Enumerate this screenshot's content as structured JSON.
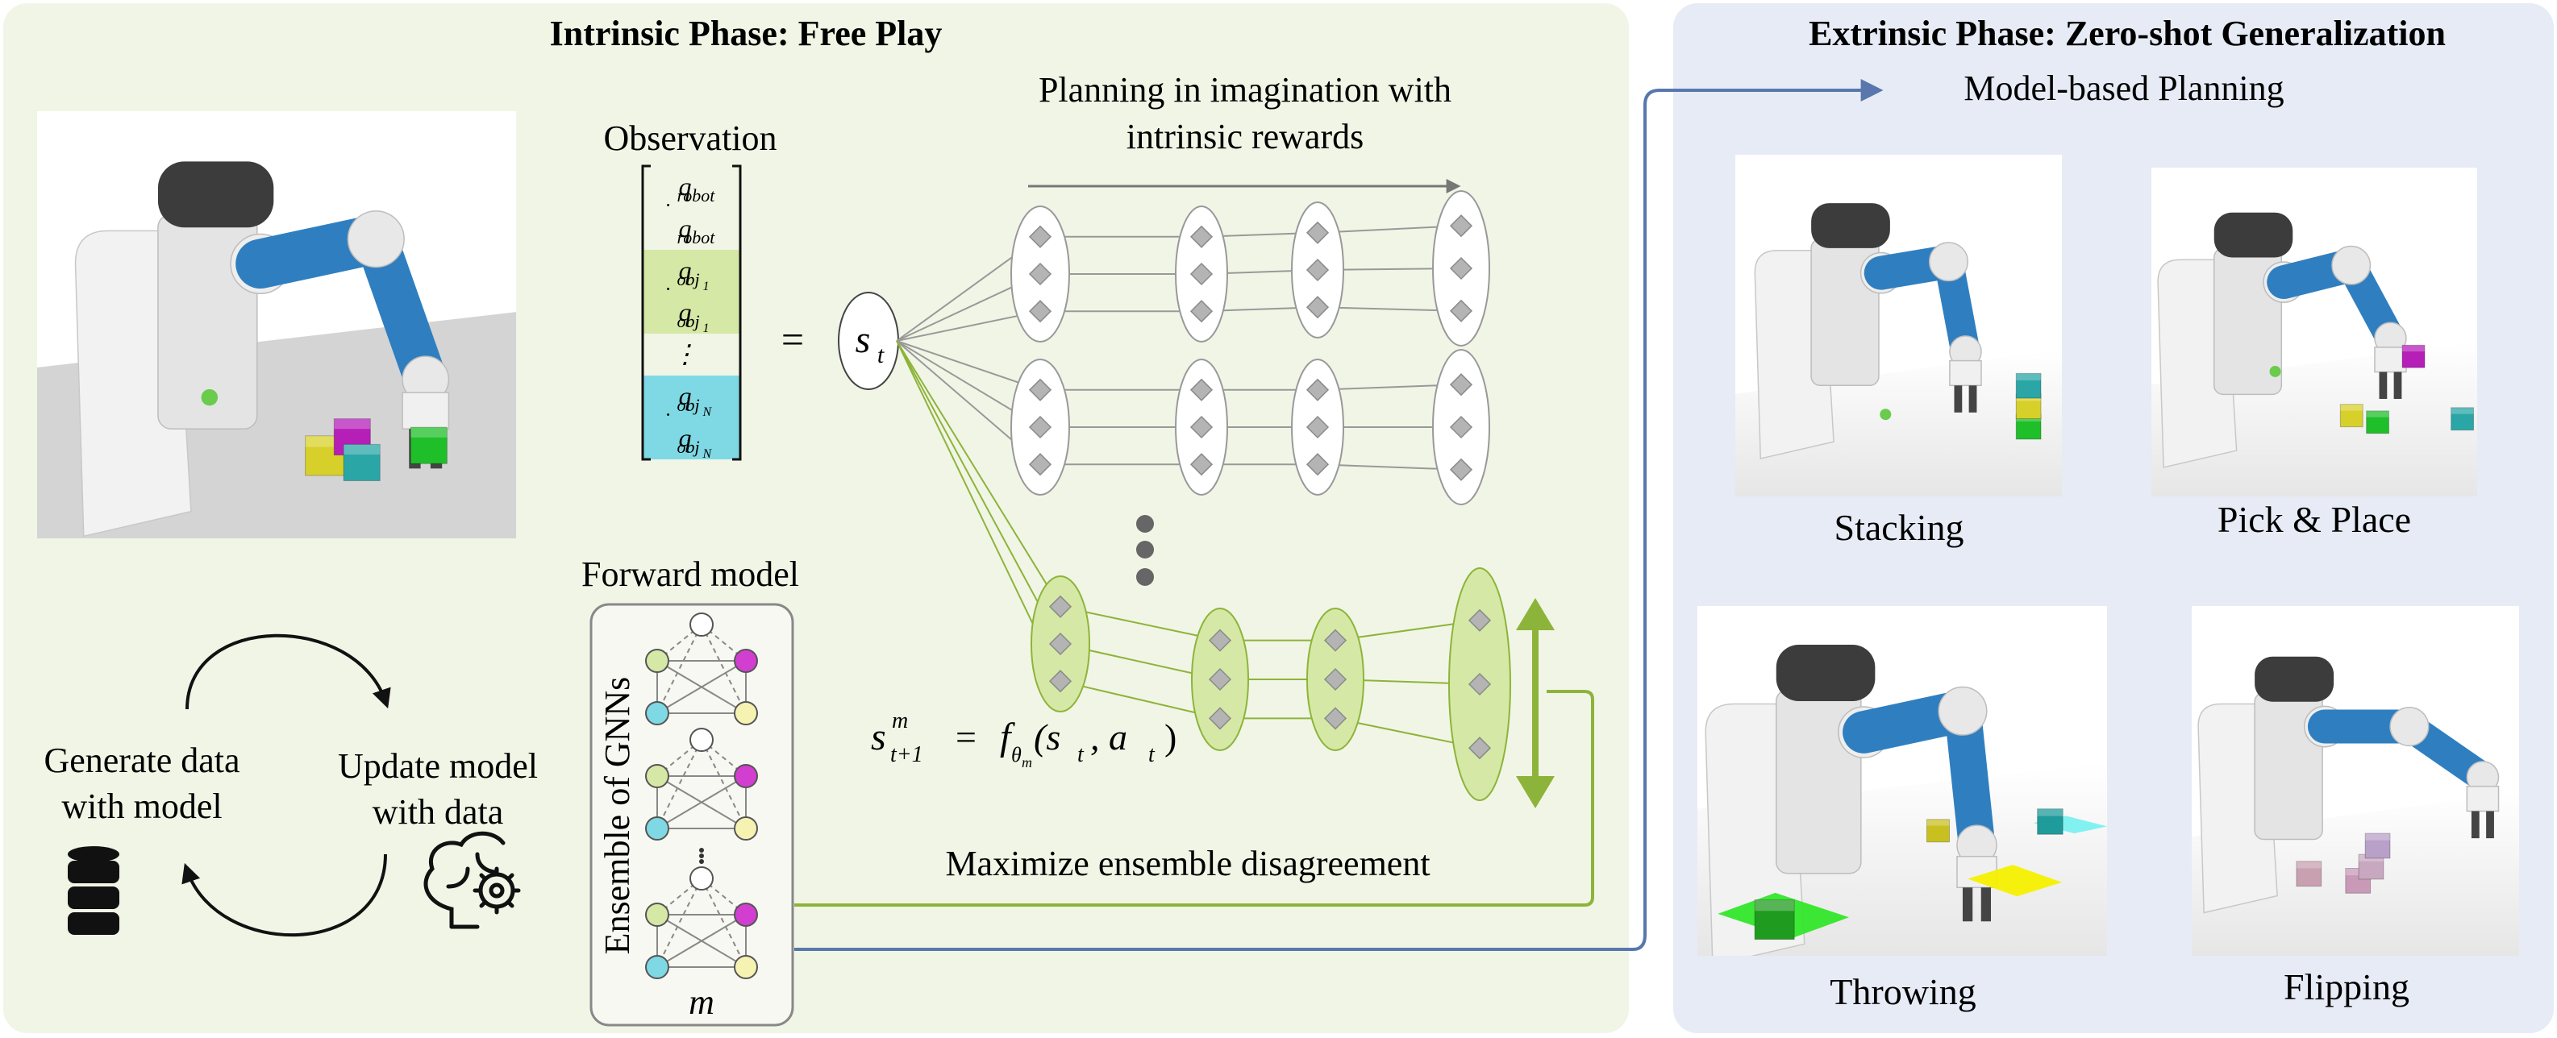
{
  "intrinsic": {
    "title": "Intrinsic Phase: Free Play",
    "observation_label": "Observation",
    "state_vector": [
      {
        "sym": "q",
        "sub": "robot",
        "dot": false,
        "hl": "none"
      },
      {
        "sym": "q",
        "sub": "robot",
        "dot": true,
        "hl": "none"
      },
      {
        "sym": "q",
        "sub": "obj",
        "sub2": "1",
        "dot": false,
        "hl": "green"
      },
      {
        "sym": "q",
        "sub": "obj",
        "sub2": "1",
        "dot": true,
        "hl": "green"
      },
      {
        "sym": "⋮",
        "sub": "",
        "dot": false,
        "hl": "none"
      },
      {
        "sym": "q",
        "sub": "obj",
        "sub2": "N",
        "dot": false,
        "hl": "cyan"
      },
      {
        "sym": "q",
        "sub": "obj",
        "sub2": "N",
        "dot": true,
        "hl": "cyan"
      }
    ],
    "equals": "=",
    "state_sym": "s",
    "state_sub": "t",
    "planning_label_line1": "Planning in imagination with",
    "planning_label_line2": "intrinsic rewards",
    "forward_model_label": "Forward model",
    "ensemble_label": "Ensemble of GNNs",
    "ensemble_count": "m",
    "equation": {
      "lhs": "s",
      "lhs_sup": "m",
      "lhs_sub": "t+1",
      "eq": "=",
      "f": "f",
      "f_sub": "θ",
      "f_sub2": "m",
      "args": "(s",
      "args_sub": "t",
      "args_rest": ", a",
      "args_sub2": "t",
      "close": ")"
    },
    "maximize_label": "Maximize ensemble disagreement",
    "loop": {
      "left_line1": "Generate data",
      "left_line2": "with model",
      "right_line1": "Update model",
      "right_line2": "with data",
      "left_icon": "database-icon",
      "right_icon": "brain-gear-icon"
    }
  },
  "extrinsic": {
    "title": "Extrinsic Phase: Zero-shot Generalization",
    "planning_label": "Model-based Planning",
    "tasks": [
      {
        "name": "Stacking"
      },
      {
        "name": "Pick & Place"
      },
      {
        "name": "Throwing"
      },
      {
        "name": "Flipping"
      }
    ]
  },
  "colors": {
    "intrinsic_bg": "#f1f5e6",
    "extrinsic_bg": "#e7ebf5",
    "green": "#8db43a",
    "green_fill": "#d6e8a6",
    "cyan_fill": "#7fd9e4",
    "blue_arrow": "#5777ad",
    "magenta": "#d23ed0",
    "robot_blue": "#2f7fc0",
    "gray_node": "#b4b4b4"
  }
}
